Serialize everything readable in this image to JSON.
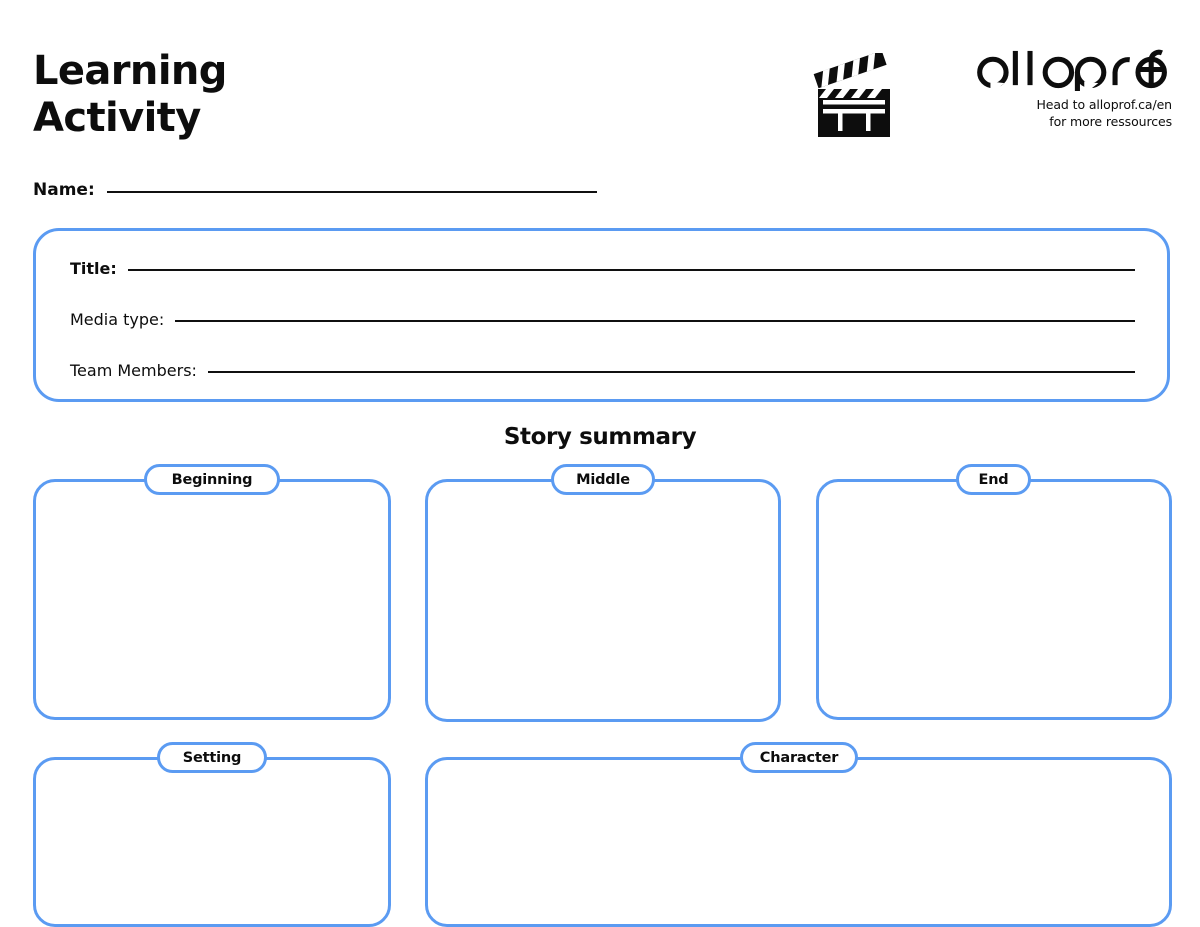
{
  "header": {
    "title_line1": "Learning",
    "title_line2": "Activity",
    "clapper_icon": "clapperboard-icon",
    "brand_name": "alloprof",
    "brand_tagline_line1": "Head to alloprof.ca/en",
    "brand_tagline_line2": "for more ressources"
  },
  "name_field": {
    "label": "Name:",
    "value": ""
  },
  "info_card": {
    "fields": [
      {
        "label": "Title:",
        "value": "",
        "bold": true
      },
      {
        "label": "Media type:",
        "value": "",
        "bold": false
      },
      {
        "label": "Team Members:",
        "value": "",
        "bold": false
      }
    ]
  },
  "story_summary": {
    "heading": "Story summary",
    "boxes": [
      {
        "label": "Beginning",
        "value": ""
      },
      {
        "label": "Middle",
        "value": ""
      },
      {
        "label": "End",
        "value": ""
      },
      {
        "label": "Setting",
        "value": ""
      },
      {
        "label": "Character",
        "value": ""
      }
    ]
  },
  "colors": {
    "accent_blue": "#5b9bf2",
    "ink": "#0d0d0d",
    "background": "#ffffff"
  }
}
